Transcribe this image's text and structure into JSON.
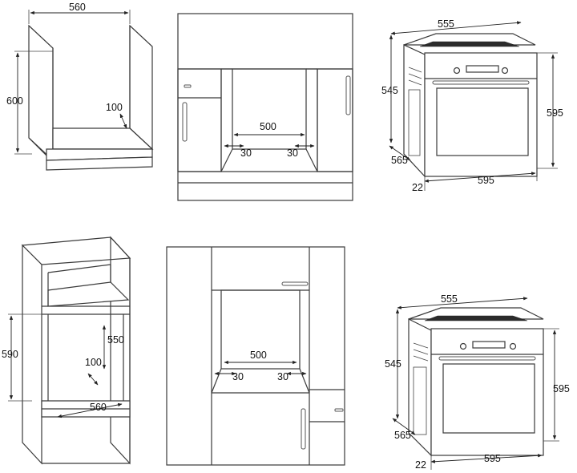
{
  "dims": {
    "a_width": "560",
    "a_height": "600",
    "a_depth": "100",
    "b_inner": "500",
    "b_left": "30",
    "b_right": "30",
    "c_top": "555",
    "c_side": "545",
    "c_height": "595",
    "c_depth": "565",
    "c_offset": "22",
    "c_width": "595",
    "d_height": "590",
    "d_inner": "550",
    "d_depth": "100",
    "d_width": "560",
    "e_inner": "500",
    "e_left": "30",
    "e_right": "30",
    "f_top": "555",
    "f_side": "545",
    "f_height": "595",
    "f_depth": "565",
    "f_offset": "22",
    "f_width": "595"
  }
}
